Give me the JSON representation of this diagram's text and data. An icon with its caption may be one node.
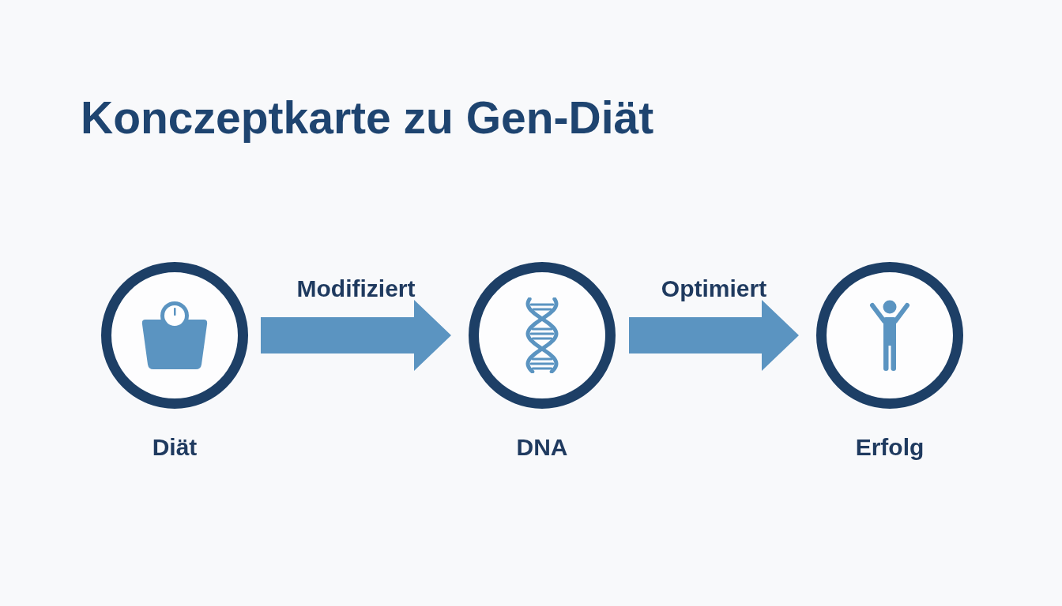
{
  "diagram": {
    "title": "Konczeptkarte zu Gen-Diät",
    "nodes": [
      {
        "text": [
          "Diät"
        ]
      },
      {
        "text": [
          "DNA"
        ]
      },
      {
        "text": [
          "Erfolg"
        ]
      }
    ],
    "edges": [
      {
        "from": 0,
        "to": 1,
        "arrow": "to",
        "label": "Modifiziert"
      },
      {
        "from": 1,
        "to": 2,
        "arrow": "to",
        "label": "Optimiert"
      }
    ]
  }
}
